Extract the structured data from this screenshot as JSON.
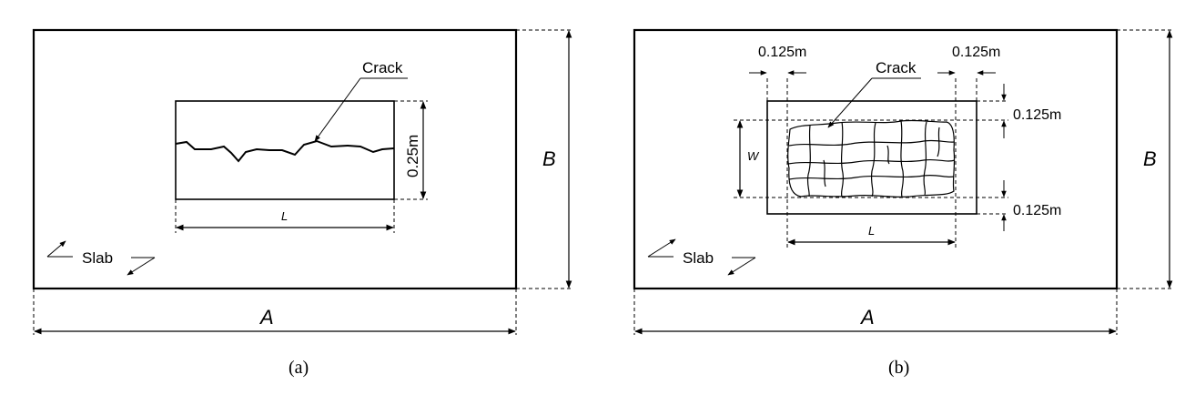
{
  "panel_a": {
    "crack_label": "Crack",
    "height_dim": "0.25m",
    "length_dim": "L",
    "slab_label": "Slab",
    "width_dim": "A",
    "height_total_dim": "B",
    "caption": "(a)"
  },
  "panel_b": {
    "crack_label": "Crack",
    "offset_left": "0.125m",
    "offset_right": "0.125m",
    "offset_top": "0.125m",
    "offset_bottom": "0.125m",
    "crack_width_dim": "W",
    "length_dim": "L",
    "slab_label": "Slab",
    "width_dim": "A",
    "height_total_dim": "B",
    "caption": "(b)"
  }
}
